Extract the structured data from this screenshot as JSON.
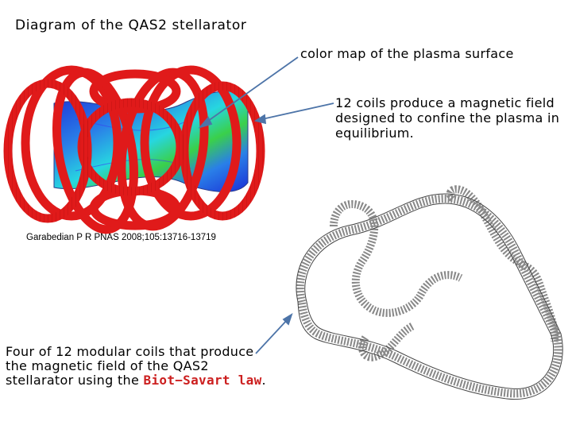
{
  "title": "Diagram of the QAS2 stellarator",
  "labels": {
    "plasma_surface": "color map of the plasma surface",
    "coils_description": "12 coils produce a magnetic field designed to confine the plasma in equilibrium."
  },
  "citation": "Garabedian P R PNAS 2008;105:13716-13719",
  "caption": {
    "text": "Four of 12 modular coils that produce the magnetic field of the QAS2 stellarator using the ",
    "law": "Biot−Savart law",
    "end": "."
  },
  "colors": {
    "coil_red": "#e01a1a",
    "arrow": "#4d74a8",
    "law_text": "#cc1f1f"
  }
}
